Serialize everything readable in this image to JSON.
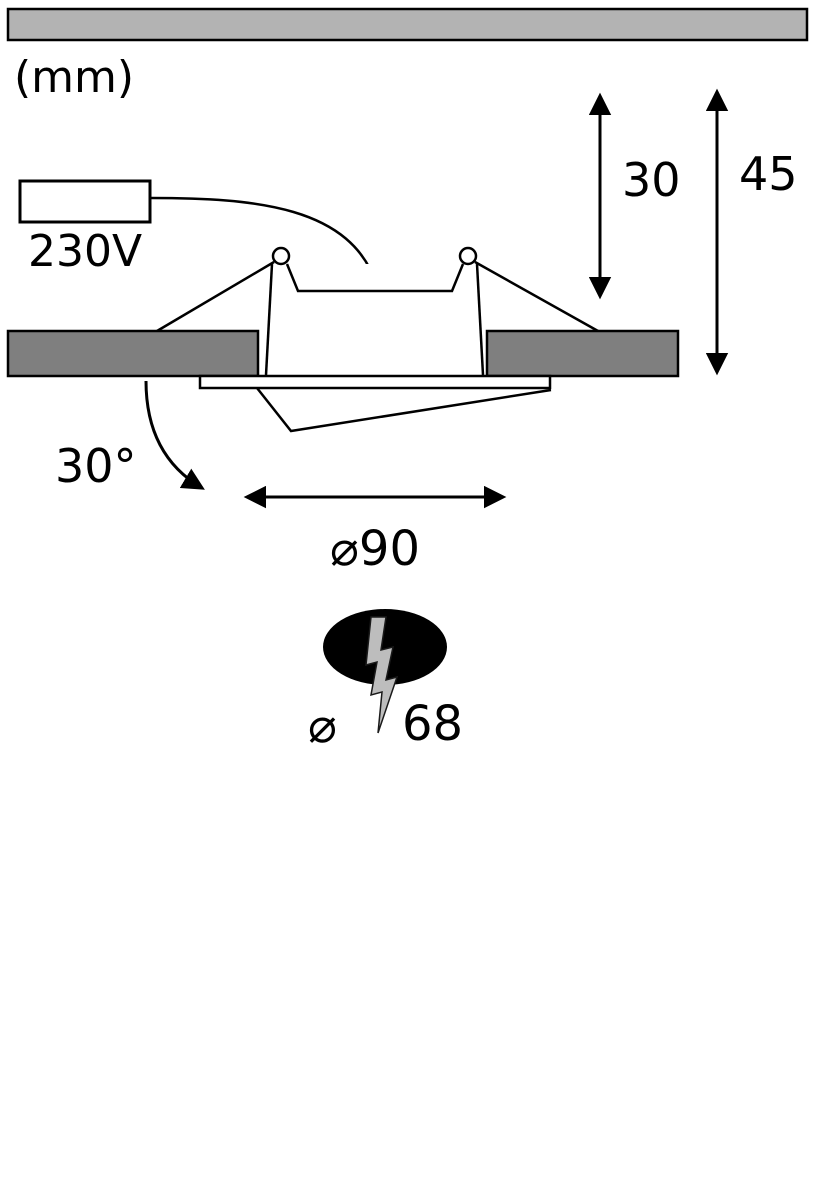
{
  "diagram": {
    "unit_label": "(mm)",
    "transformer": {
      "voltage_label": "230V"
    },
    "dimensions": {
      "recess_depth": "30",
      "total_height": "45",
      "tilt_angle": "30°",
      "bezel_diameter": "⌀90",
      "cutout_symbol": "⌀",
      "cutout_value": "68"
    },
    "colors": {
      "ceiling_bar": "#b3b3b3",
      "panel": "#7f7f7f",
      "cutout_fill": "#000000",
      "bolt_fill": "#bdbdbd",
      "line": "#000000"
    }
  }
}
